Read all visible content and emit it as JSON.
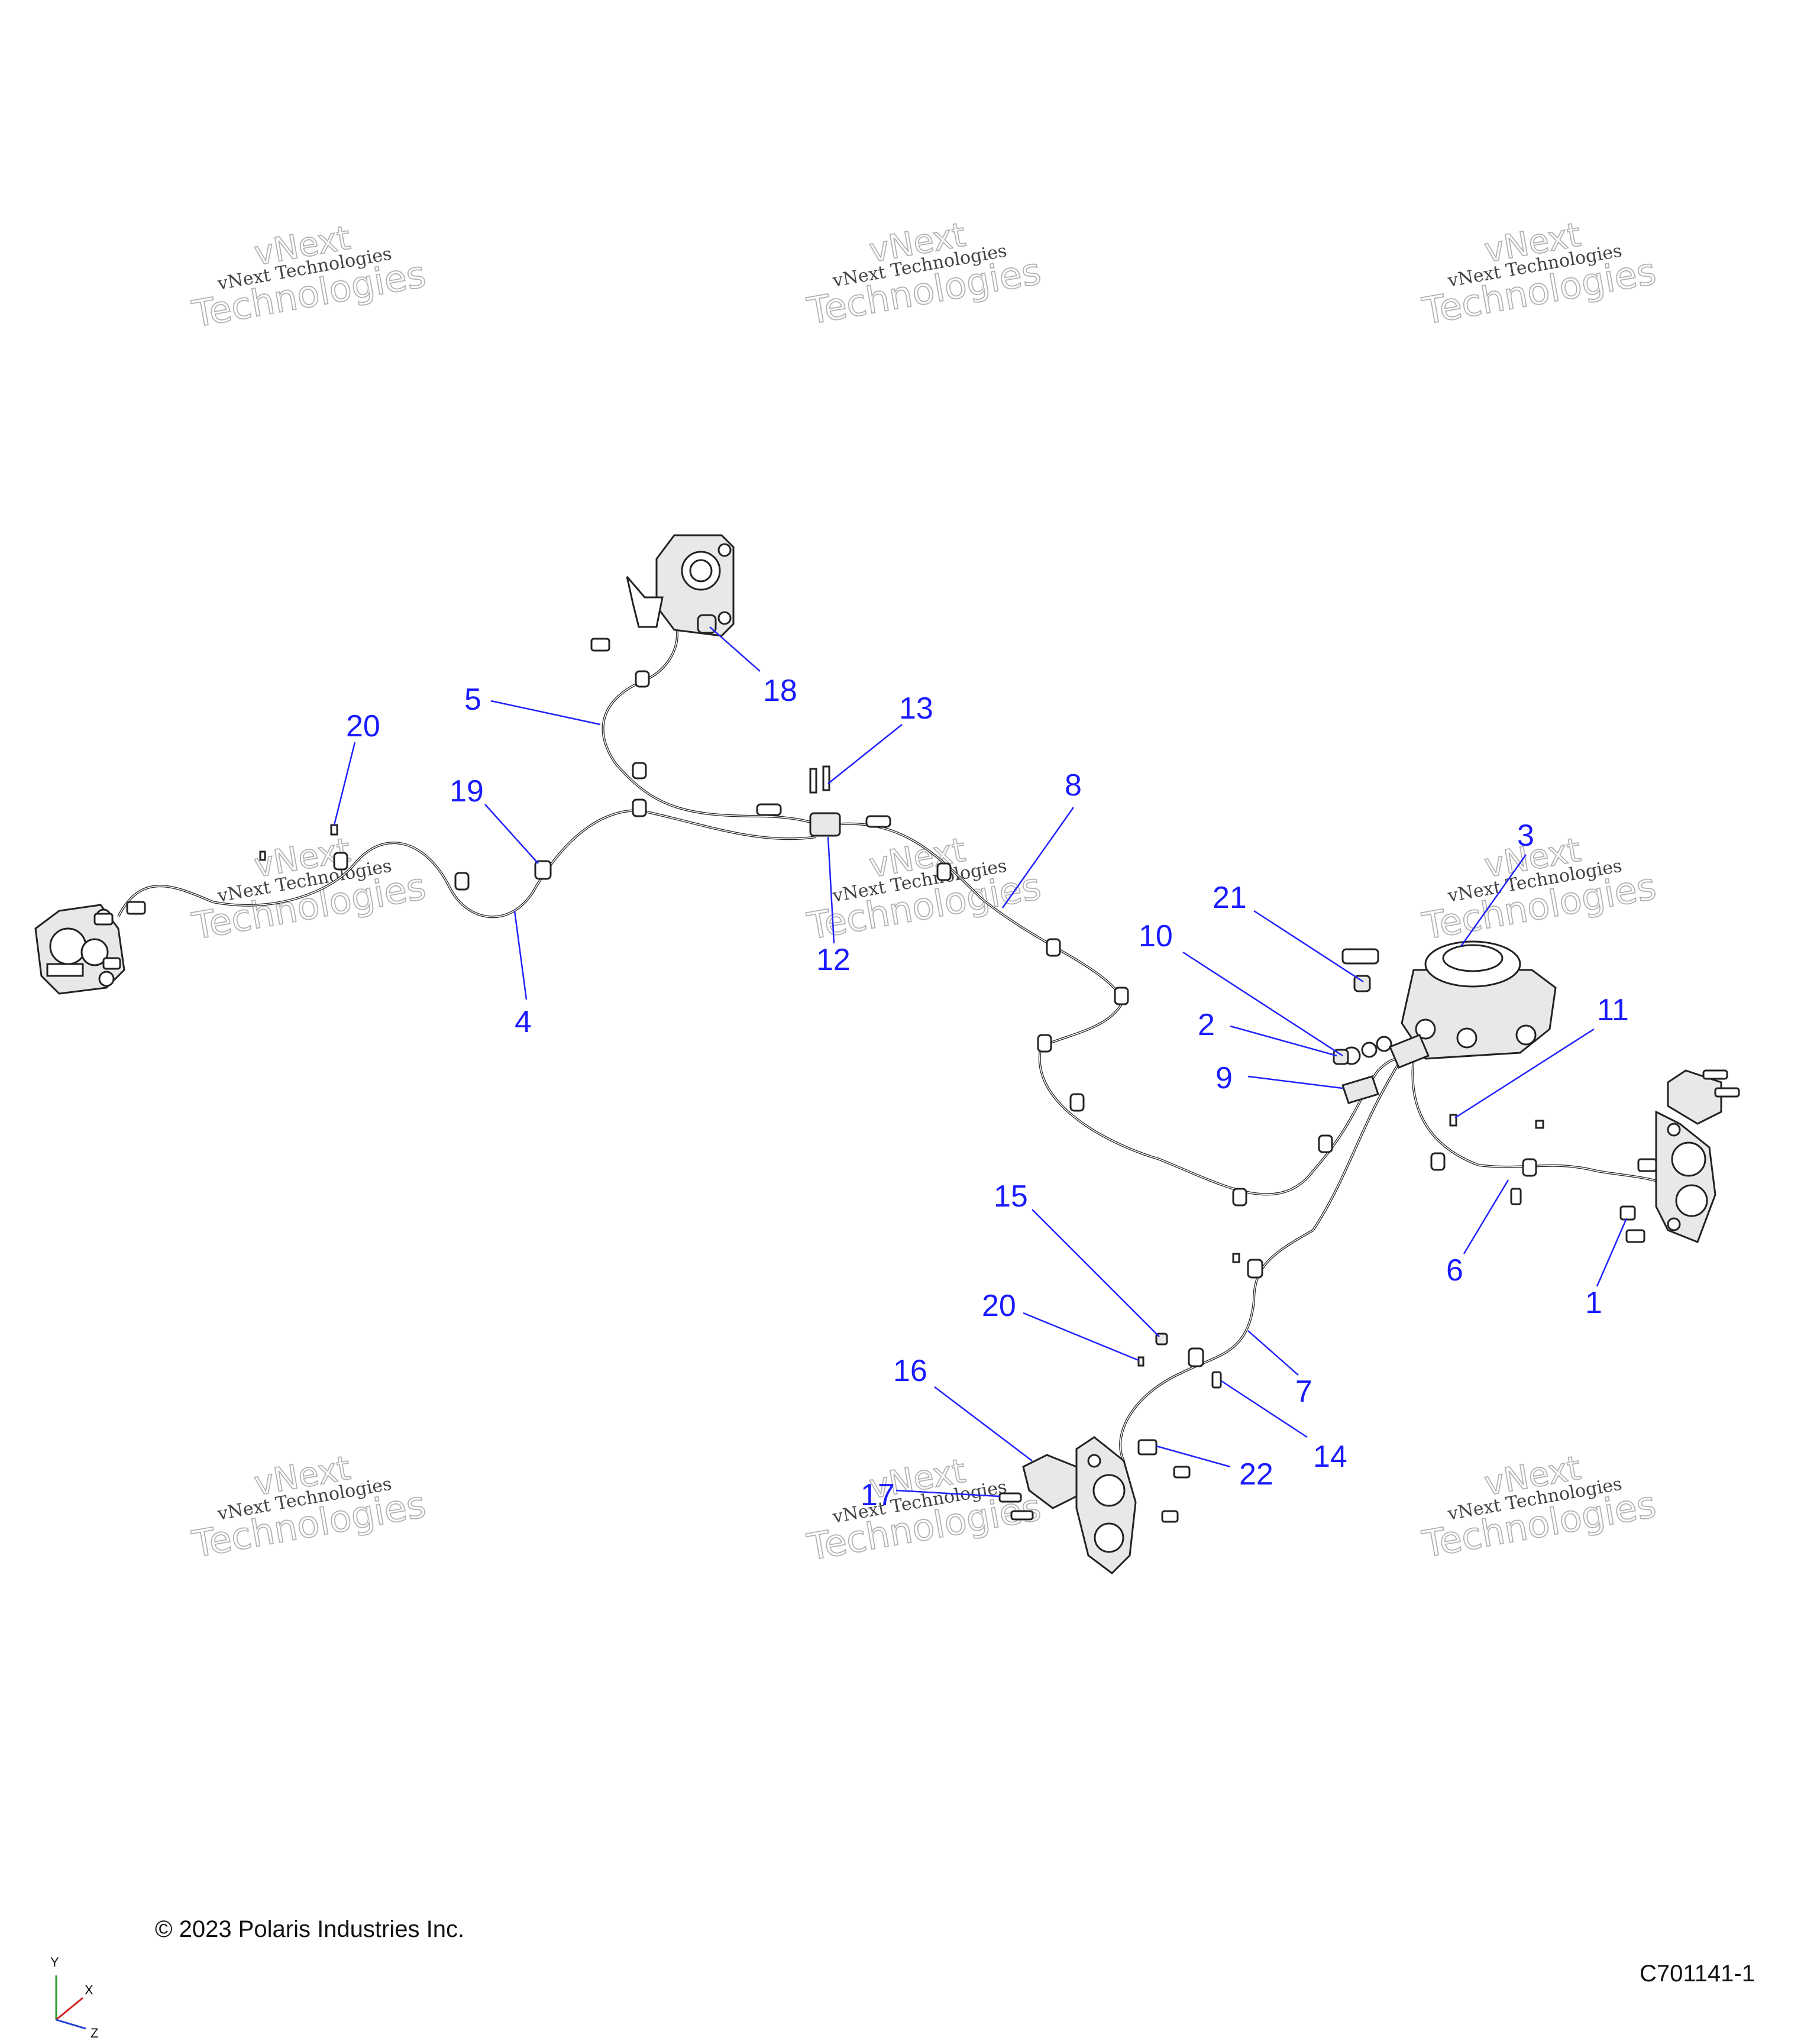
{
  "copyright": "© 2023 Polaris Industries Inc.",
  "figure_id": "C701141-1",
  "watermark": {
    "line1": "vNext Technologies",
    "line2": "vNext",
    "line3": "Technologies"
  },
  "axis": {
    "y": "Y",
    "x": "X",
    "z": "Z"
  },
  "callouts": [
    "1",
    "2",
    "3",
    "4",
    "5",
    "6",
    "7",
    "8",
    "9",
    "10",
    "11",
    "12",
    "13",
    "14",
    "15",
    "16",
    "17",
    "18",
    "19",
    "20",
    "20",
    "21",
    "22"
  ],
  "colors": {
    "callout": "#1a1aff",
    "line": "#222222"
  }
}
